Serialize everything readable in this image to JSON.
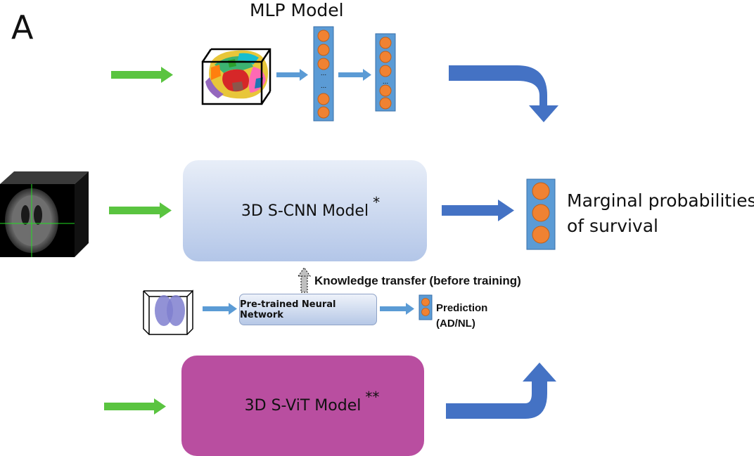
{
  "panel_letter": "A",
  "mlp": {
    "title": "MLP Model",
    "ellipsis": "..."
  },
  "cnn": {
    "label": "3D S-CNN Model",
    "star": "*"
  },
  "vit": {
    "label": "3D S-ViT Model",
    "star": "**"
  },
  "pretrained": {
    "label": "Pre-trained Neural Network"
  },
  "knowledge_transfer": "Knowledge transfer (before training)",
  "prediction": {
    "line1": "Prediction",
    "line2": "(AD/NL)"
  },
  "output": {
    "line1": "Marginal probabilities",
    "line2": "of survival"
  },
  "colors": {
    "green_arrow": "#5ac440",
    "blue_arrow": "#4472c4",
    "node_fill": "#f08232",
    "column_fill": "#5b9bd5",
    "cnn_box": "#b3c6e8",
    "vit_box": "#b94ea0"
  }
}
